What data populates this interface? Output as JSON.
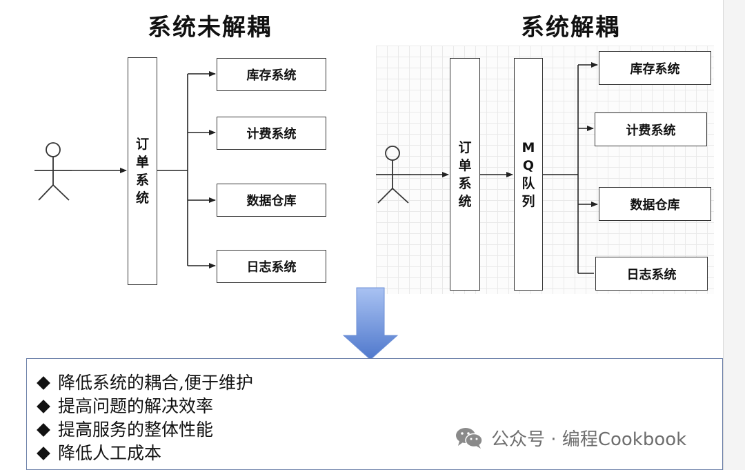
{
  "left": {
    "title": "系统未解耦",
    "order_system": "订单系统",
    "targets": [
      "库存系统",
      "计费系统",
      "数据仓库",
      "日志系统"
    ]
  },
  "right": {
    "title": "系统解耦",
    "order_system": "订单系统",
    "mq_queue": "MQ队列",
    "targets": [
      "库存系统",
      "计费系统",
      "数据仓库",
      "日志系统"
    ]
  },
  "benefits": [
    "降低系统的耦合,便于维护",
    "提高问题的解决效率",
    "提高服务的整体性能",
    "降低人工成本"
  ],
  "watermark": {
    "text": "公众号 · 编程Cookbook",
    "icon": "wechat-icon"
  },
  "colors": {
    "arrow_fill": "#5f86d6",
    "panel_border": "#6b7fa8"
  }
}
